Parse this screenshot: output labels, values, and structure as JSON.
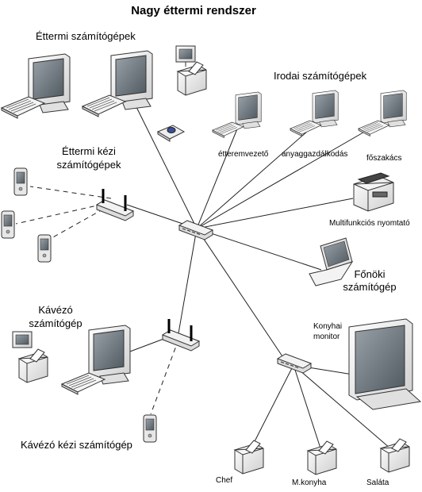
{
  "title": "Nagy éttermi rendszer",
  "labels": {
    "restaurant_computers": "Éttermi számítógépek",
    "office_computers": "Irodai számítógépek",
    "restaurant_handheld_line1": "Éttermi kézi",
    "restaurant_handheld_line2": "számítógépek",
    "restaurant_manager": "étteremvezető",
    "inventory": "anyaggazdálkodás",
    "head_chef": "főszakács",
    "mfp": "Multifunkciós nyomtató",
    "boss_line1": "Főnöki",
    "boss_line2": "számítógép",
    "cafe_line1": "Kávézó",
    "cafe_line2": "számítógép",
    "kitchen_monitor_line1": "Konyhai",
    "kitchen_monitor_line2": "monitor",
    "cafe_handheld": "Kávézó kézi számítógép",
    "chef": "Chef",
    "m_kitchen": "M.konyha",
    "salad": "Saláta"
  },
  "icons": [
    "crt-monitor-icon",
    "keyboard-icon",
    "receipt-printer-icon",
    "card-reader-icon",
    "network-switch-icon",
    "wireless-access-point-icon",
    "handheld-pda-icon",
    "laptop-icon",
    "multifunction-printer-icon",
    "large-monitor-icon"
  ],
  "colors": {
    "screen": "#6f7880",
    "device": "#e9e9e9",
    "line": "#222222"
  }
}
